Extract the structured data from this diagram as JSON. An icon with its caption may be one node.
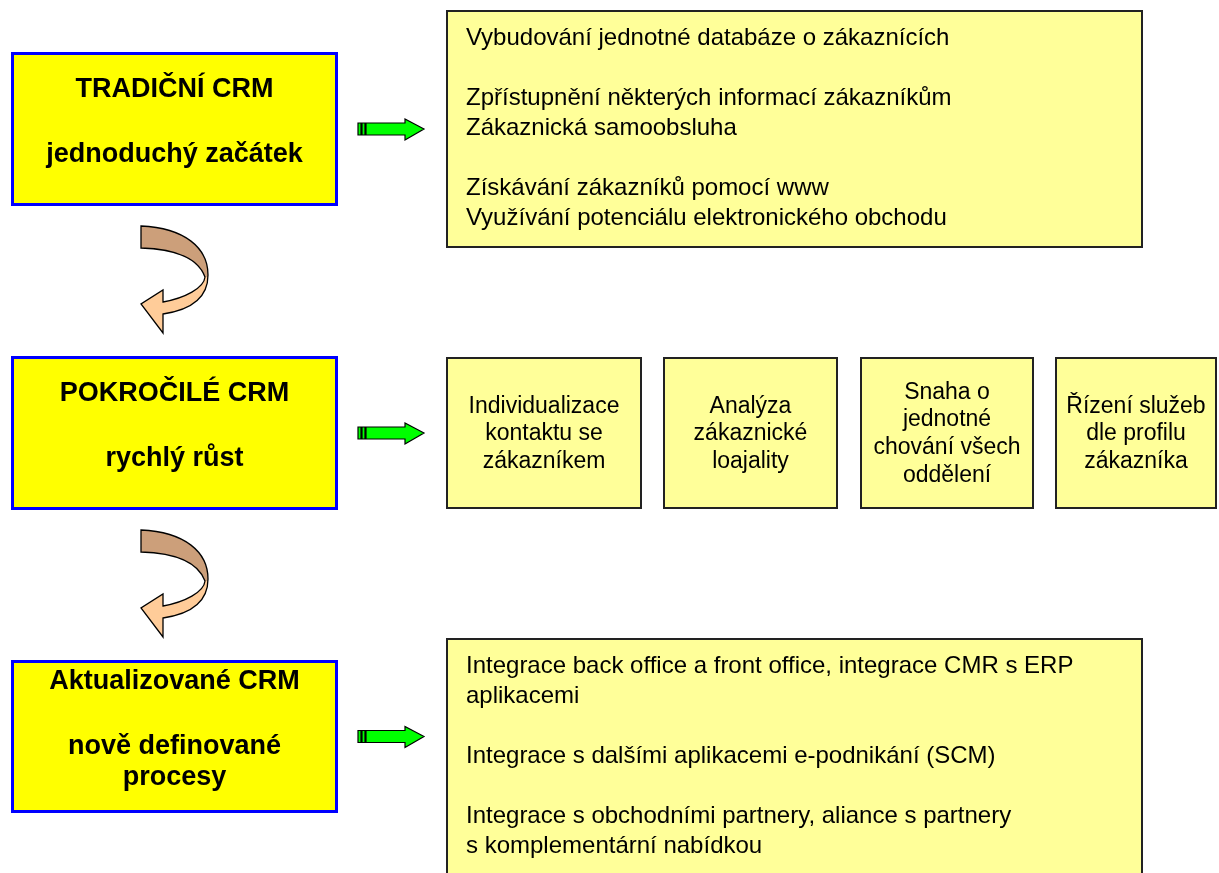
{
  "diagram": {
    "nodes": [
      {
        "text": [
          "TRADIČNÍ CRM",
          "jednoduchý začátek"
        ]
      },
      {
        "text": [
          "Vybudování jednotné databáze o zákaznících",
          "Zpřístupnění některých informací zákazníkům",
          "Zákaznická samoobsluha",
          "Získávání zákazníků pomocí www",
          "Využívání potenciálu elektronického obchodu"
        ]
      },
      {
        "text": [
          "POKROČILÉ CRM",
          "rychlý růst"
        ]
      },
      {
        "text": [
          "Individualizace kontaktu se zákazníkem"
        ]
      },
      {
        "text": [
          "Analýza zákaznické loajality"
        ]
      },
      {
        "text": [
          "Snaha o jednotné chování všech oddělení"
        ]
      },
      {
        "text": [
          "Řízení služeb dle profilu zákazníka"
        ]
      },
      {
        "text": [
          "Aktualizované CRM",
          "nově definované procesy"
        ]
      },
      {
        "text": [
          "Integrace back office a front office, integrace CMR s ERP aplikacemi",
          "Integrace s dalšími aplikacemi e-podnikání (SCM)",
          "Integrace s obchodními partnery, aliance s partnery",
          "s komplementární nabídkou"
        ]
      }
    ],
    "edges": [
      {
        "from": 0,
        "to": 1,
        "arrow": "to"
      },
      {
        "from": 0,
        "to": 2,
        "arrow": "to",
        "color": "#ffcc99"
      },
      {
        "from": 2,
        "to": 3,
        "arrow": "to"
      },
      {
        "from": 2,
        "to": 7,
        "arrow": "to",
        "color": "#ffcc99"
      },
      {
        "from": 7,
        "to": 8,
        "arrow": "to"
      }
    ]
  }
}
